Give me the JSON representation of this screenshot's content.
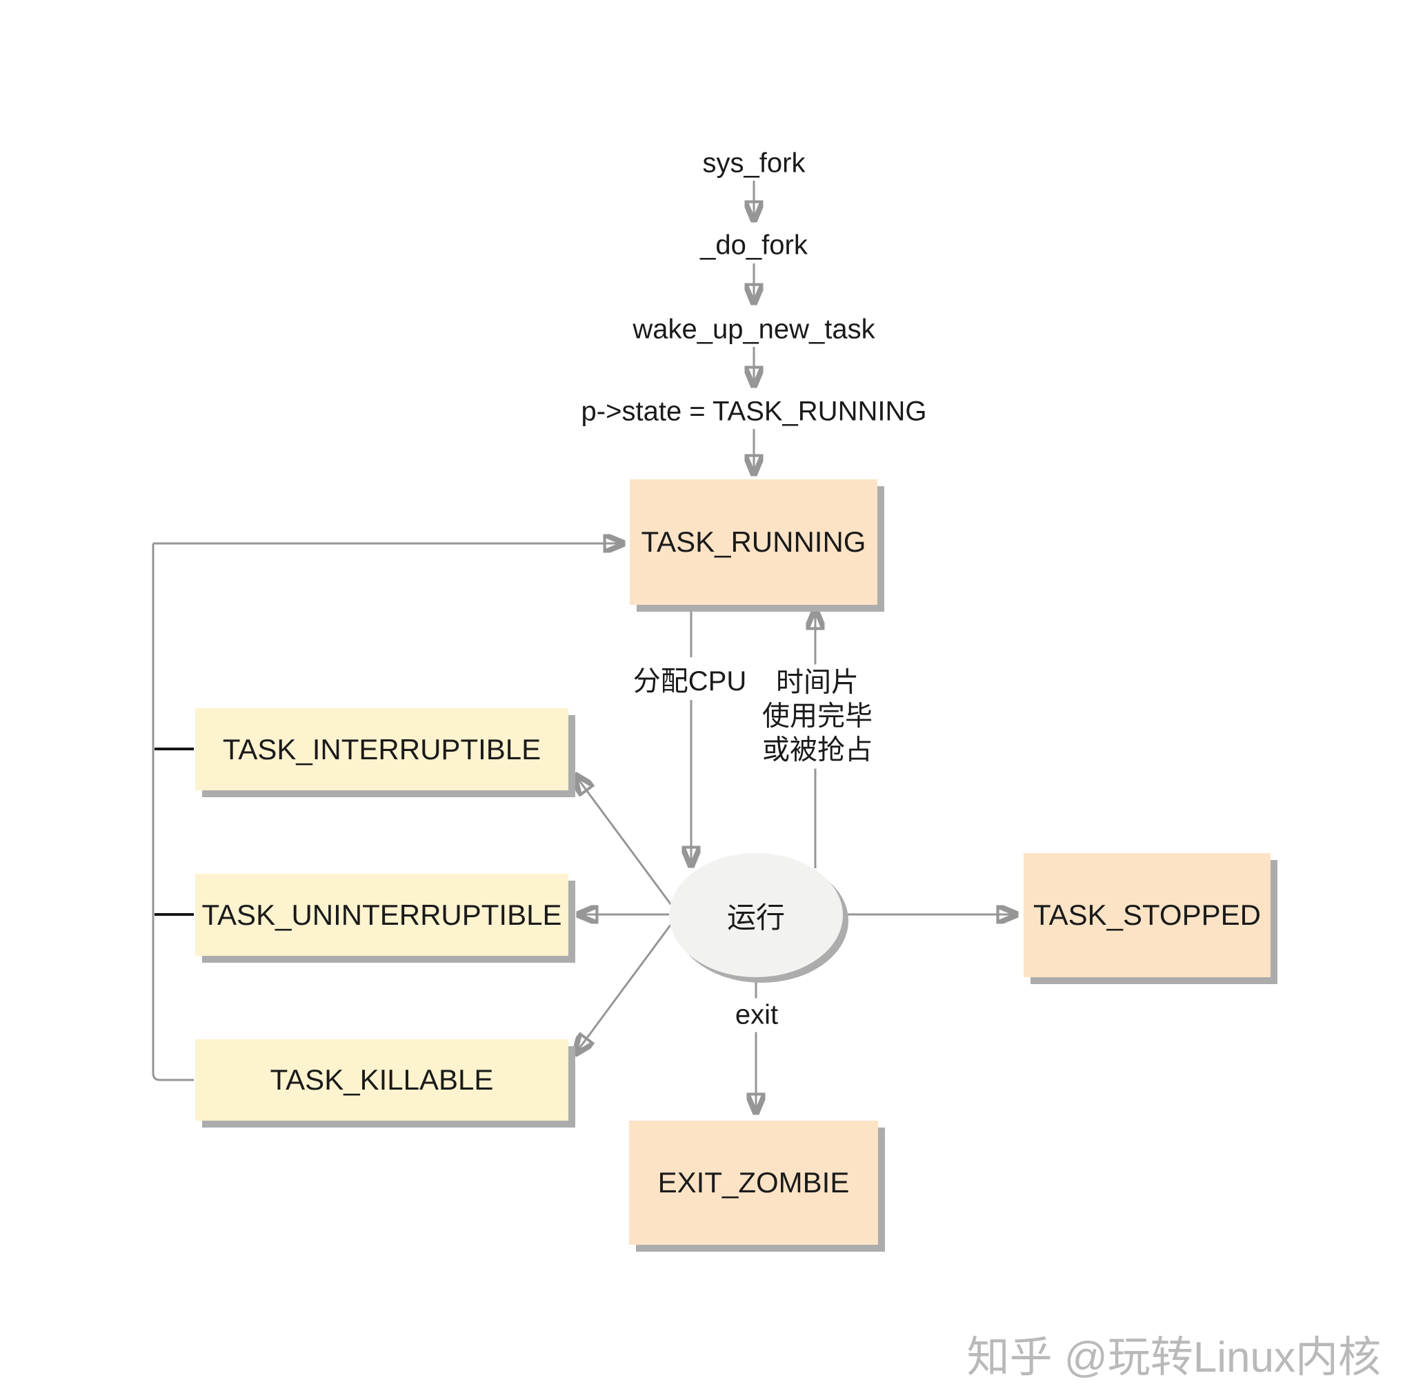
{
  "flow": {
    "steps": [
      "sys_fork",
      "_do_fork",
      "wake_up_new_task",
      "p->state = TASK_RUNNING"
    ]
  },
  "nodes": {
    "task_running": "TASK_RUNNING",
    "task_interruptible": "TASK_INTERRUPTIBLE",
    "task_uninterruptible": "TASK_UNINTERRUPTIBLE",
    "task_killable": "TASK_KILLABLE",
    "task_stopped": "TASK_STOPPED",
    "exit_zombie": "EXIT_ZOMBIE",
    "running": "运行"
  },
  "edge_labels": {
    "allocate_cpu": "分配CPU",
    "timeslice_line1": "时间片",
    "timeslice_line2": "使用完毕",
    "timeslice_line3": "或被抢占",
    "exit": "exit"
  },
  "watermark": "知乎 @玩转Linux内核",
  "colors": {
    "peach": "#FCE3C6",
    "yellow": "#FDF3CF",
    "ellipse": "#F2F2F0",
    "shadow": "#ACACAC",
    "line": "#969696",
    "text": "#1a1a1a",
    "watermark": "#B9B9B9",
    "bg": "#ffffff"
  }
}
